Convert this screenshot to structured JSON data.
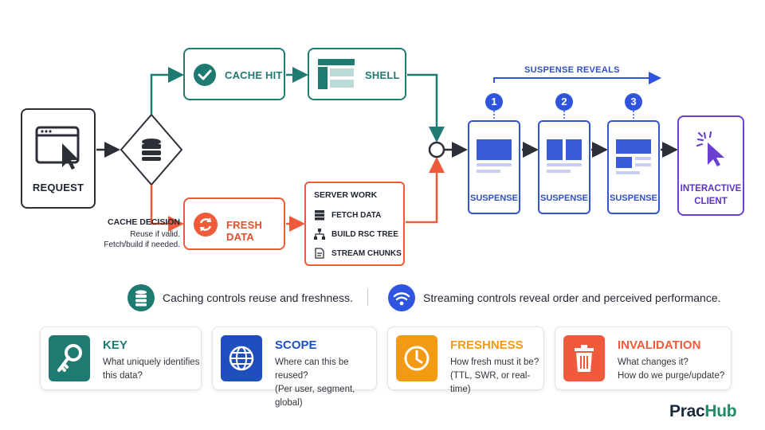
{
  "request": {
    "label": "REQUEST"
  },
  "cache_decision": {
    "title": "CACHE DECISION",
    "line1": "Reuse if valid.",
    "line2": "Fetch/build if needed."
  },
  "cache_hit": {
    "label": "CACHE HIT"
  },
  "shell": {
    "label": "SHELL"
  },
  "fresh_data": {
    "label": "FRESH DATA"
  },
  "server_work": {
    "title": "SERVER WORK",
    "items": [
      {
        "label": "FETCH DATA",
        "icon": "server-icon"
      },
      {
        "label": "BUILD RSC TREE",
        "icon": "tree-icon"
      },
      {
        "label": "STREAM CHUNKS",
        "icon": "document-icon"
      }
    ]
  },
  "suspense_reveals": {
    "label": "SUSPENSE REVEALS"
  },
  "suspense": [
    {
      "number": "1",
      "label": "SUSPENSE"
    },
    {
      "number": "2",
      "label": "SUSPENSE"
    },
    {
      "number": "3",
      "label": "SUSPENSE"
    }
  ],
  "interactive_client": {
    "line1": "INTERACTIVE",
    "line2": "CLIENT"
  },
  "legend": {
    "caching": "Caching controls reuse and freshness.",
    "streaming": "Streaming controls reveal order and perceived performance."
  },
  "cards": [
    {
      "title": "KEY",
      "line1": "What uniquely identifies",
      "line2": "this data?",
      "color": "#1f7a72",
      "icon": "key-icon"
    },
    {
      "title": "SCOPE",
      "line1": "Where can this be reused?",
      "line2": "(Per user, segment, global)",
      "color": "#1f4fbf",
      "icon": "globe-icon"
    },
    {
      "title": "FRESHNESS",
      "line1": "How fresh must it be?",
      "line2": "(TTL, SWR, or real-time)",
      "color": "#f29a12",
      "icon": "clock-icon"
    },
    {
      "title": "INVALIDATION",
      "line1": "What changes it?",
      "line2": "How do we purge/update?",
      "color": "#ee5a3a",
      "icon": "trash-icon"
    }
  ],
  "brand": {
    "part1": "Prac",
    "part2": "Hub"
  },
  "colors": {
    "teal": "#1f7a72",
    "red": "#ee5a3a",
    "blue": "#2f55e0",
    "purple": "#6a3fd1",
    "dark": "#2b2f36"
  }
}
